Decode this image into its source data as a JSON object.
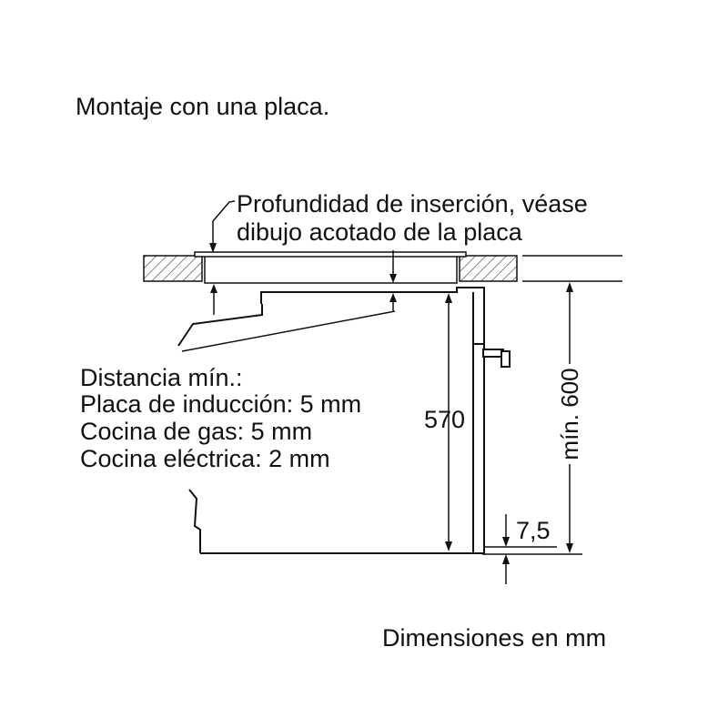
{
  "title": "Montaje con una placa.",
  "callout_insertion": {
    "line1": "Profundidad de inserción, véase",
    "line2": "dibujo acotado de la placa"
  },
  "min_distance": {
    "heading": "Distancia mín.:",
    "items": [
      "Placa de inducción: 5 mm",
      "Cocina de gas: 5 mm",
      "Cocina eléctrica: 2 mm"
    ]
  },
  "dimensions": {
    "height_570": "570",
    "min_600": "mín. 600",
    "offset_7_5": "7,5"
  },
  "units_note": "Dimensiones en mm"
}
